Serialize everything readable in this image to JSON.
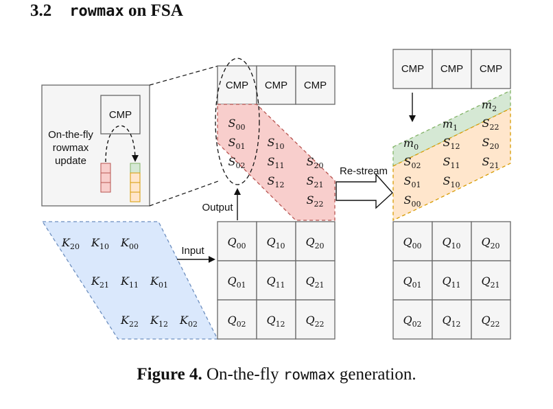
{
  "section": {
    "number": "3.2",
    "title_code": "rowmax",
    "title_rest": " on FSA"
  },
  "labels": {
    "cmp": "CMP",
    "input": "Input",
    "output": "Output",
    "restream": "Re-stream",
    "inset_caption": [
      "On-the-fly",
      "rowmax",
      "update"
    ]
  },
  "k_matrix": [
    [
      {
        "b": "K",
        "s": "20"
      },
      {
        "b": "K",
        "s": "10"
      },
      {
        "b": "K",
        "s": "00"
      }
    ],
    [
      {
        "b": "K",
        "s": "21"
      },
      {
        "b": "K",
        "s": "11"
      },
      {
        "b": "K",
        "s": "01"
      }
    ],
    [
      {
        "b": "K",
        "s": "22"
      },
      {
        "b": "K",
        "s": "12"
      },
      {
        "b": "K",
        "s": "02"
      }
    ]
  ],
  "q_grid": [
    [
      {
        "b": "Q",
        "s": "00"
      },
      {
        "b": "Q",
        "s": "10"
      },
      {
        "b": "Q",
        "s": "20"
      }
    ],
    [
      {
        "b": "Q",
        "s": "01"
      },
      {
        "b": "Q",
        "s": "11"
      },
      {
        "b": "Q",
        "s": "21"
      }
    ],
    [
      {
        "b": "Q",
        "s": "02"
      },
      {
        "b": "Q",
        "s": "12"
      },
      {
        "b": "Q",
        "s": "22"
      }
    ]
  ],
  "s_middle": [
    {
      "b": "S",
      "s": "00"
    },
    {
      "b": "S",
      "s": "01"
    },
    {
      "b": "S",
      "s": "02"
    },
    {
      "b": "S",
      "s": "10"
    },
    {
      "b": "S",
      "s": "11"
    },
    {
      "b": "S",
      "s": "12"
    },
    {
      "b": "S",
      "s": "20"
    },
    {
      "b": "S",
      "s": "21"
    },
    {
      "b": "S",
      "s": "22"
    }
  ],
  "m_right": [
    {
      "b": "m",
      "s": "0"
    },
    {
      "b": "m",
      "s": "1"
    },
    {
      "b": "m",
      "s": "2"
    }
  ],
  "s_right": [
    {
      "b": "S",
      "s": "00"
    },
    {
      "b": "S",
      "s": "01"
    },
    {
      "b": "S",
      "s": "02"
    },
    {
      "b": "S",
      "s": "10"
    },
    {
      "b": "S",
      "s": "11"
    },
    {
      "b": "S",
      "s": "12"
    },
    {
      "b": "S",
      "s": "20"
    },
    {
      "b": "S",
      "s": "21"
    },
    {
      "b": "S",
      "s": "22"
    }
  ],
  "colors": {
    "k_fill": "#dae8fc",
    "k_stroke": "#6c8ebf",
    "s_fill": "#f8cecc",
    "s_stroke": "#b85450",
    "m_fill": "#d5e8d4",
    "m_stroke": "#82b366",
    "sr_fill": "#ffe6cc",
    "sr_stroke": "#d79b00",
    "cell_fill": "#f5f5f5",
    "cell_stroke": "#666666"
  },
  "caption": {
    "label": "Figure 4.",
    "text_before": " On-the-fly ",
    "code": "rowmax",
    "text_after": " generation."
  }
}
